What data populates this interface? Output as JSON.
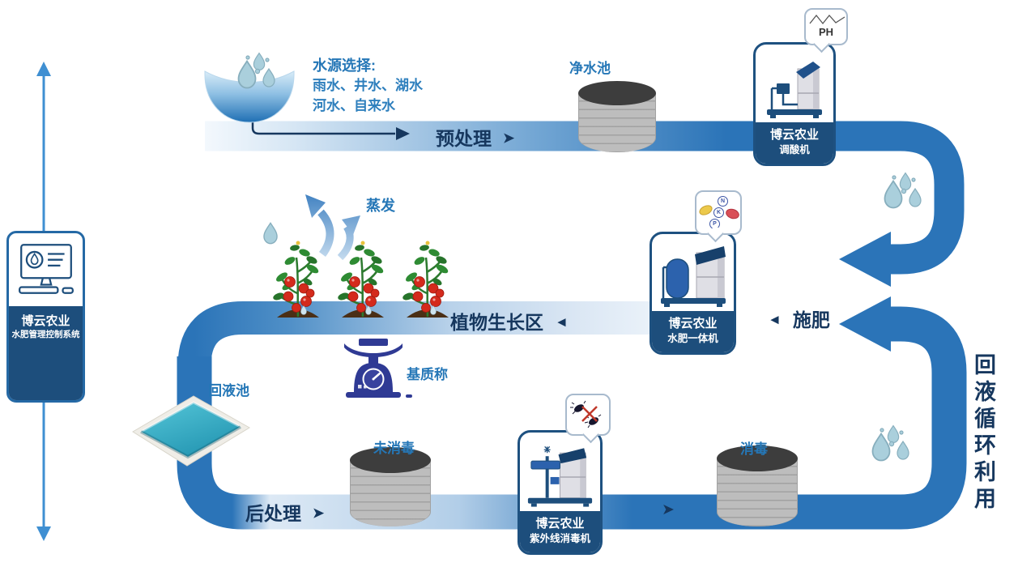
{
  "diagram": {
    "water_source": {
      "title": "水源选择:",
      "line1": "雨水、井水、湖水",
      "line2": "河水、自来水"
    },
    "stages": {
      "pre_treatment": "预处理",
      "plant_zone": "植物生长区",
      "fertilize": "施肥",
      "post_treatment": "后处理",
      "recycle": "回液循环利用",
      "evaporation": "蒸发"
    },
    "tanks": {
      "clean_pool": "净水池",
      "return_pool": "回液池",
      "undisinfected": "未消毒",
      "disinfected": "消毒"
    },
    "equipment": {
      "control": {
        "line1": "博云农业",
        "line2": "水肥管理控制系统"
      },
      "acid": {
        "line1": "博云农业",
        "line2": "调酸机",
        "bubble": "PH"
      },
      "fertilizer": {
        "line1": "博云农业",
        "line2": "水肥一体机",
        "bubble_n": "N",
        "bubble_k": "K",
        "bubble_p": "P"
      },
      "uv": {
        "line1": "博云农业",
        "line2": "紫外线消毒机"
      }
    },
    "misc": {
      "substrate_scale": "基质称"
    },
    "glyphs": {
      "arrow_right": "➤",
      "arrow_left": "◄"
    },
    "colors": {
      "band_blue": "#2b74b8",
      "navy_text": "#16375e",
      "blue_text": "#2577b7",
      "panel_navy": "#1d4e7c",
      "pool_teal": "#3ab5cc",
      "scale_indigo": "#2f3a94",
      "tomato_red": "#d42a1c",
      "leaf_green": "#2e8b33",
      "cylinder_gray": "#bdbdbd",
      "droplet_blue": "#aacfdc"
    }
  }
}
